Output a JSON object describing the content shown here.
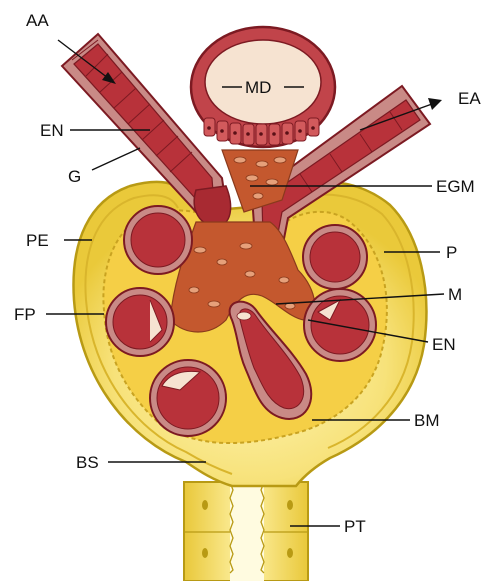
{
  "figure": {
    "labels": {
      "AA": "AA",
      "EN_top": "EN",
      "G": "G",
      "MD": "MD",
      "EA": "EA",
      "EGM": "EGM",
      "PE": "PE",
      "P": "P",
      "M": "M",
      "FP": "FP",
      "EN_bottom": "EN",
      "BM": "BM",
      "BS": "BS",
      "PT": "PT"
    },
    "colors": {
      "capsule_yellow": "#f2d645",
      "capsule_outline": "#b89a14",
      "space_light": "#fff7c4",
      "vessel_red": "#b8323a",
      "vessel_dark": "#7c1a22",
      "endothelium": "#c98a86",
      "mesangium": "#c4582e",
      "macula_densa": "#c1444a",
      "lumen_cream": "#f6e3d1"
    }
  }
}
